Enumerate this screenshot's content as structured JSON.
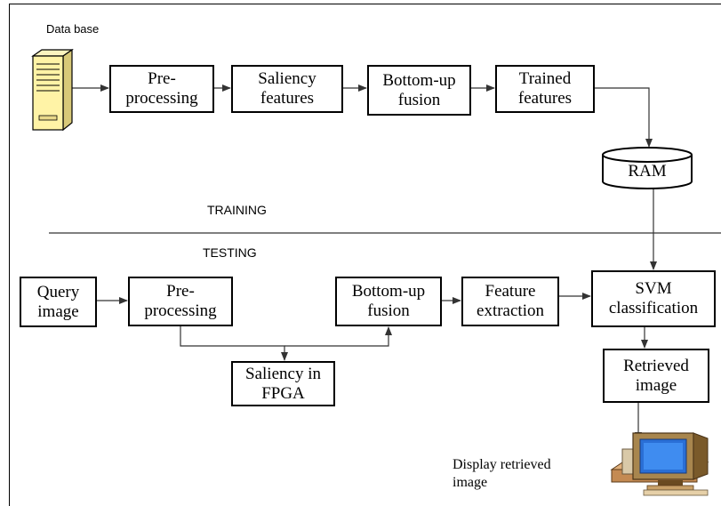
{
  "labels": {
    "database": "Data base",
    "training": "TRAINING",
    "testing": "TESTING",
    "display": "Display  retrieved\nimage"
  },
  "training_row": {
    "preprocessing": "Pre-\nprocessing",
    "saliency": "Saliency\nfeatures",
    "bottomup": "Bottom-up\nfusion",
    "trained": "Trained\nfeatures",
    "ram": "RAM"
  },
  "testing_row": {
    "query": "Query\nimage",
    "preprocessing": "Pre-\nprocessing",
    "saliency_fpga": "Saliency in\nFPGA",
    "bottomup": "Bottom-up\nfusion",
    "feature": "Feature\nextraction",
    "svm": "SVM\nclassification",
    "retrieved": "Retrieved\nimage"
  },
  "icons": {
    "server": "database-server-icon",
    "computer": "computer-monitor-icon"
  }
}
